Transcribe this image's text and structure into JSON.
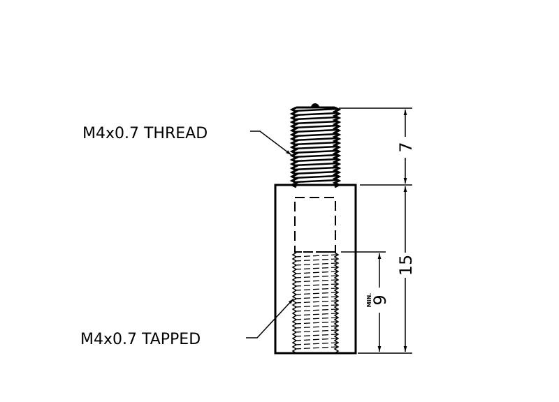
{
  "labels": {
    "thread": "M4x0.7 THREAD",
    "tapped": "M4x0.7 TAPPED"
  },
  "dimensions": {
    "thread_length": "7",
    "body_length": "15",
    "tapped_depth": "9",
    "tapped_depth_note": "MIN."
  }
}
